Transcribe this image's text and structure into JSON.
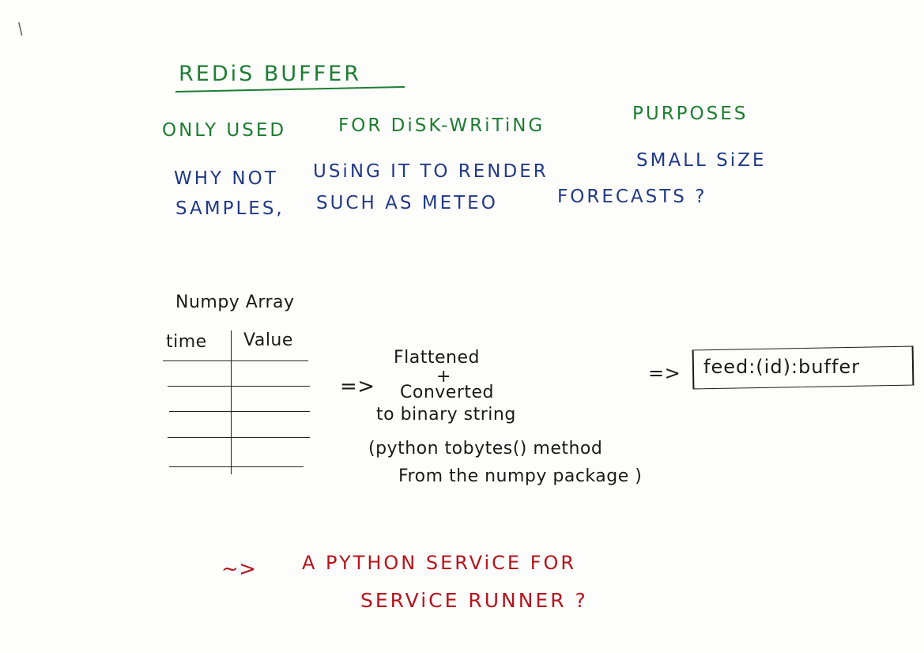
{
  "heading": {
    "title": "REDiS BUFFER",
    "line_only_used": "ONLY USED",
    "line_for_disk": "FOR DiSK-WRiTiNG",
    "line_purposes": "PURPOSES"
  },
  "question": {
    "l1a": "WHY NOT",
    "l1b": "USiNG IT TO RENDER",
    "l1c": "SMALL SiZE",
    "l2a": "SAMPLES,",
    "l2b": "SUCH AS METEO",
    "l2c": "FORECASTS ?"
  },
  "table": {
    "title": "Numpy Array",
    "col_time": "time",
    "col_value": "Value"
  },
  "process": {
    "arrow": "=>",
    "step1": "Flattened",
    "plus": "+",
    "step2": "Converted",
    "step3": "to binary string",
    "step4": "(python tobytes() method",
    "step5": "From the numpy package )"
  },
  "key": {
    "arrow": "=>",
    "text": "feed:(id):buffer"
  },
  "conclusion": {
    "squiggle": "~>",
    "line1": "A PYTHON SERViCE FOR",
    "line2": "SERViCE RUNNER ?"
  },
  "colors": {
    "green": "#1d7d31",
    "blue": "#223a86",
    "red": "#b4141d",
    "ink": "#1a1a1a"
  }
}
